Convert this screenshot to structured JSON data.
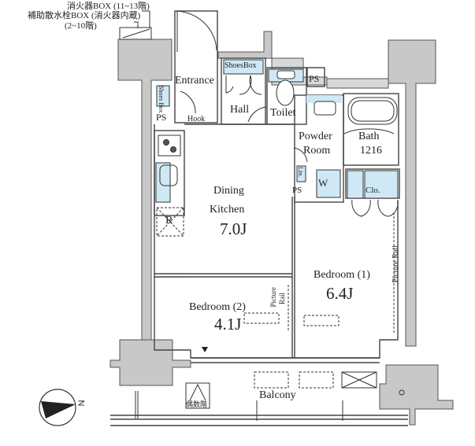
{
  "plan": {
    "annotations": {
      "fire_extinguisher_box": "消火器BOX (11~13階)",
      "sprinkler_box": "補助散水栓BOX (消火器内蔵)",
      "sprinkler_floors": "(2~10階)",
      "even_floor": "偶数階"
    },
    "rooms": {
      "entrance": "Entrance",
      "shoes_box_top": "ShoesBox",
      "shoes_box_side": "Shoes Box",
      "ps_left": "PS",
      "hook": "Hook",
      "hall": "Hall",
      "toilet": "Toilet",
      "ps_top": "PS",
      "powder_room_line1": "Powder",
      "powder_room_line2": "Room",
      "bath": "Bath",
      "bath_size": "1216",
      "lin": "Lin.",
      "washer": "W",
      "ps_mid": "PS",
      "closet": "Clo.",
      "dining_line1": "Dining",
      "dining_line2": "Kitchen",
      "dining_size": "7.0J",
      "refrigerator": "R",
      "bedroom1": "Bedroom (1)",
      "bedroom1_size": "6.4J",
      "bedroom2": "Bedroom (2)",
      "bedroom2_size": "4.1J",
      "picture_rail_1": "Picture Rail",
      "picture_rail_2_line1": "Picture",
      "picture_rail_2_line2": "Rail",
      "balcony": "Balcony"
    },
    "compass": {
      "north_label": "N"
    },
    "colors": {
      "wall": "#c8c8c8",
      "wall_stroke": "#555555",
      "fixture_blue": "#cfe8f5",
      "line": "#333333"
    }
  }
}
